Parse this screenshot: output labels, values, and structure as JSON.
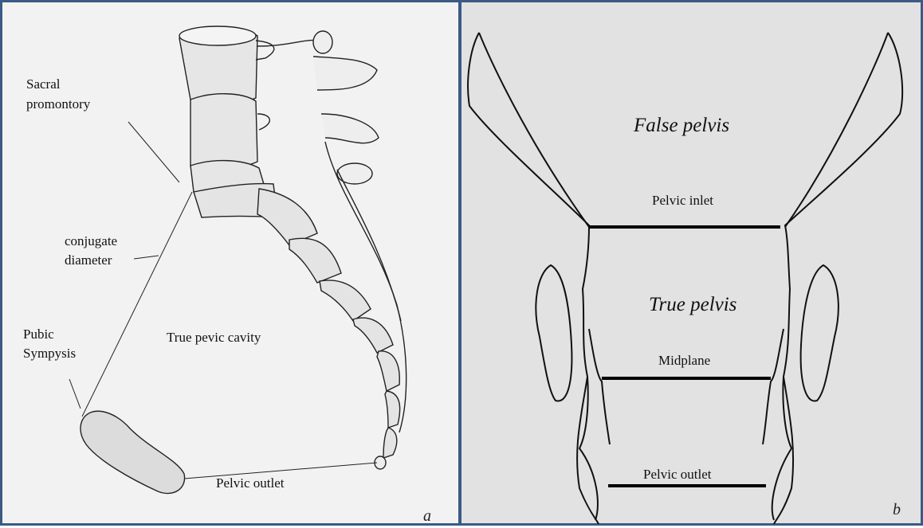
{
  "panel_a": {
    "letter": "a",
    "labels": {
      "sacral_line1": "Sacral",
      "sacral_line2": "promontory",
      "conjugate_line1": "conjugate",
      "conjugate_line2": "diameter",
      "pubic_line1": "Pubic",
      "pubic_line2": "Sympysis",
      "cavity": "True pevic cavity",
      "outlet": "Pelvic outlet"
    }
  },
  "panel_b": {
    "letter": "b",
    "labels": {
      "false_pelvis": "False pelvis",
      "inlet": "Pelvic inlet",
      "true_pelvis": "True pelvis",
      "midplane": "Midplane",
      "outlet": "Pelvic outlet"
    }
  },
  "colors": {
    "border": "#3b5a86",
    "panel_a_bg": "#f2f2f2",
    "panel_b_bg": "#e2e2e2",
    "stroke": "#111111"
  }
}
